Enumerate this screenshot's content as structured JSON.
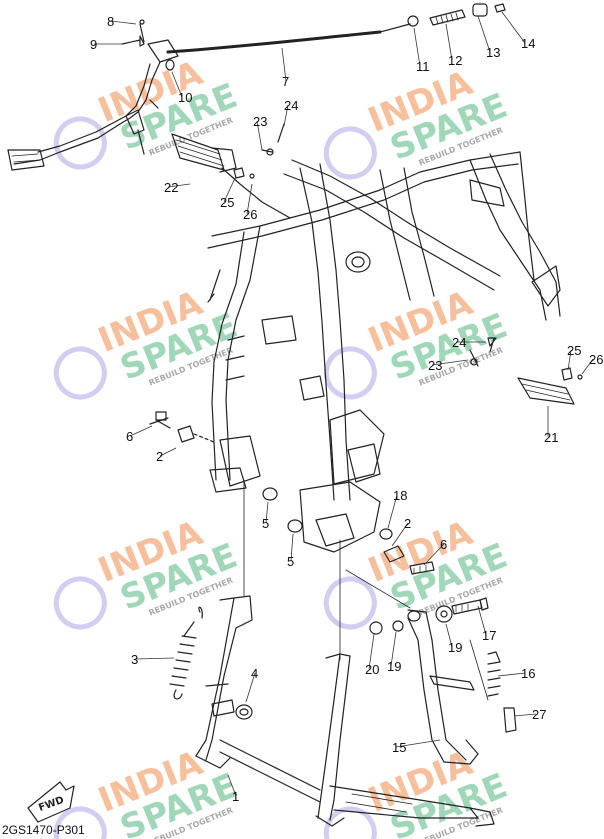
{
  "diagram": {
    "part_code": "2GS1470-P301",
    "fwd_label": "FWD",
    "watermark": {
      "line1": "INDIA",
      "line2": "SPARE",
      "tagline": "REBUILD TOGETHER",
      "color_primary": "#f6b48a",
      "color_secondary": "#8fd0ad",
      "color_logo": "#c9c6ef"
    },
    "callouts": [
      "1",
      "2",
      "2",
      "3",
      "4",
      "5",
      "5",
      "6",
      "6",
      "7",
      "8",
      "9",
      "10",
      "11",
      "12",
      "13",
      "14",
      "15",
      "16",
      "17",
      "18",
      "19",
      "19",
      "20",
      "21",
      "22",
      "23",
      "23",
      "24",
      "24",
      "25",
      "25",
      "26",
      "26",
      "27"
    ]
  }
}
